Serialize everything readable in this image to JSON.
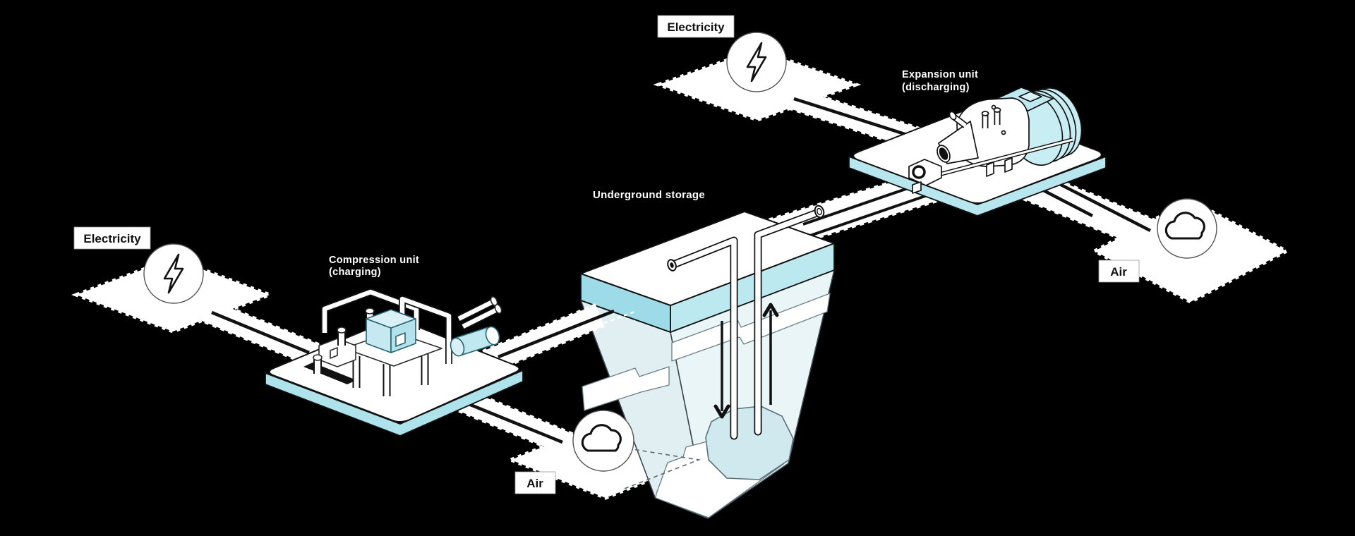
{
  "diagram": {
    "subject": "compressed-air-energy-storage-flow-diagram",
    "flow_labels": {
      "electricity_top": "Electricity",
      "electricity_left": "Electricity",
      "air_right": "Air",
      "air_bottom": "Air"
    },
    "units": {
      "expansion_line1": "Expansion unit",
      "expansion_line2": "(discharging)",
      "compression_line1": "Compression unit",
      "compression_line2": "(charging)",
      "storage": "Underground storage"
    },
    "icons": {
      "electricity": "lightning-bolt-icon",
      "air": "cloud-icon"
    },
    "colors": {
      "background": "#000000",
      "outline": "#111111",
      "platform_edge": "#aee3ec",
      "platform_edge_expansion": "#b7e6ee",
      "storage_band_left": "#9cdbe7",
      "storage_band_right": "#bce8f0",
      "funnel_left": "#e1eff3",
      "funnel_right": "#eaf5f7",
      "cavern": "#cfe9ee",
      "machine_teal": "#c8edf3",
      "cube_top": "#d9f1f6",
      "cube_left": "#c6e9f1",
      "cube_right": "#b3e2ec",
      "cylinder_teal": "#bfe8f0"
    }
  }
}
